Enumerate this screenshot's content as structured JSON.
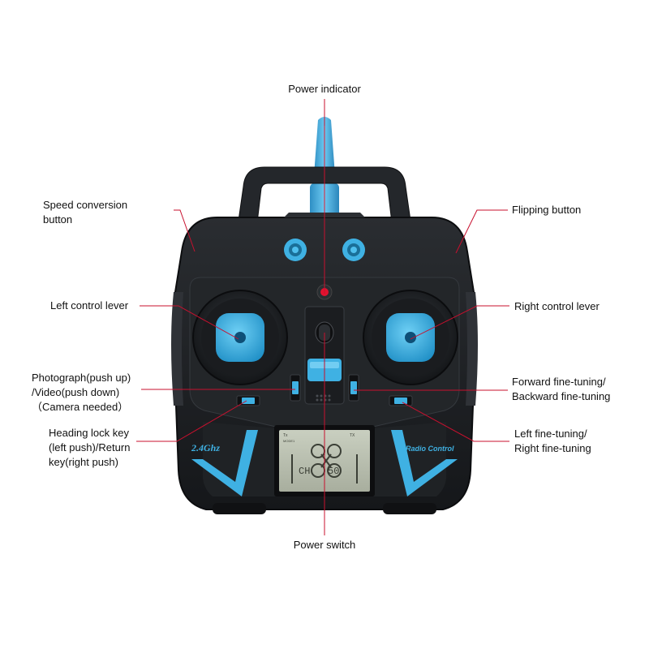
{
  "colors": {
    "accent": "#3fb1e3",
    "body": "#1d1f22",
    "leader": "#c8102e"
  },
  "device": {
    "band_label": "2.4Ghz",
    "brand_label": "Radio Control",
    "lcd": {
      "signal": "Tx",
      "mode": "MODE1",
      "channel": "CH",
      "value": "50",
      "tag": "TX"
    }
  },
  "callouts": {
    "power_indicator": [
      "Power indicator"
    ],
    "speed_conversion": [
      "Speed conversion",
      "button"
    ],
    "flipping_button": [
      "Flipping button"
    ],
    "left_lever": [
      "Left control lever"
    ],
    "right_lever": [
      "Right control lever"
    ],
    "photograph": [
      "Photograph(push up)",
      "/Video(push down)",
      "（Camera needed）"
    ],
    "forward_trim": [
      "Forward fine-tuning/",
      "Backward fine-tuning"
    ],
    "heading_lock": [
      "Heading lock key",
      "(left push)/Return",
      "key(right push)"
    ],
    "left_right_trim": [
      "Left fine-tuning/",
      "Right fine-tuning"
    ],
    "power_switch": [
      "Power switch"
    ]
  }
}
